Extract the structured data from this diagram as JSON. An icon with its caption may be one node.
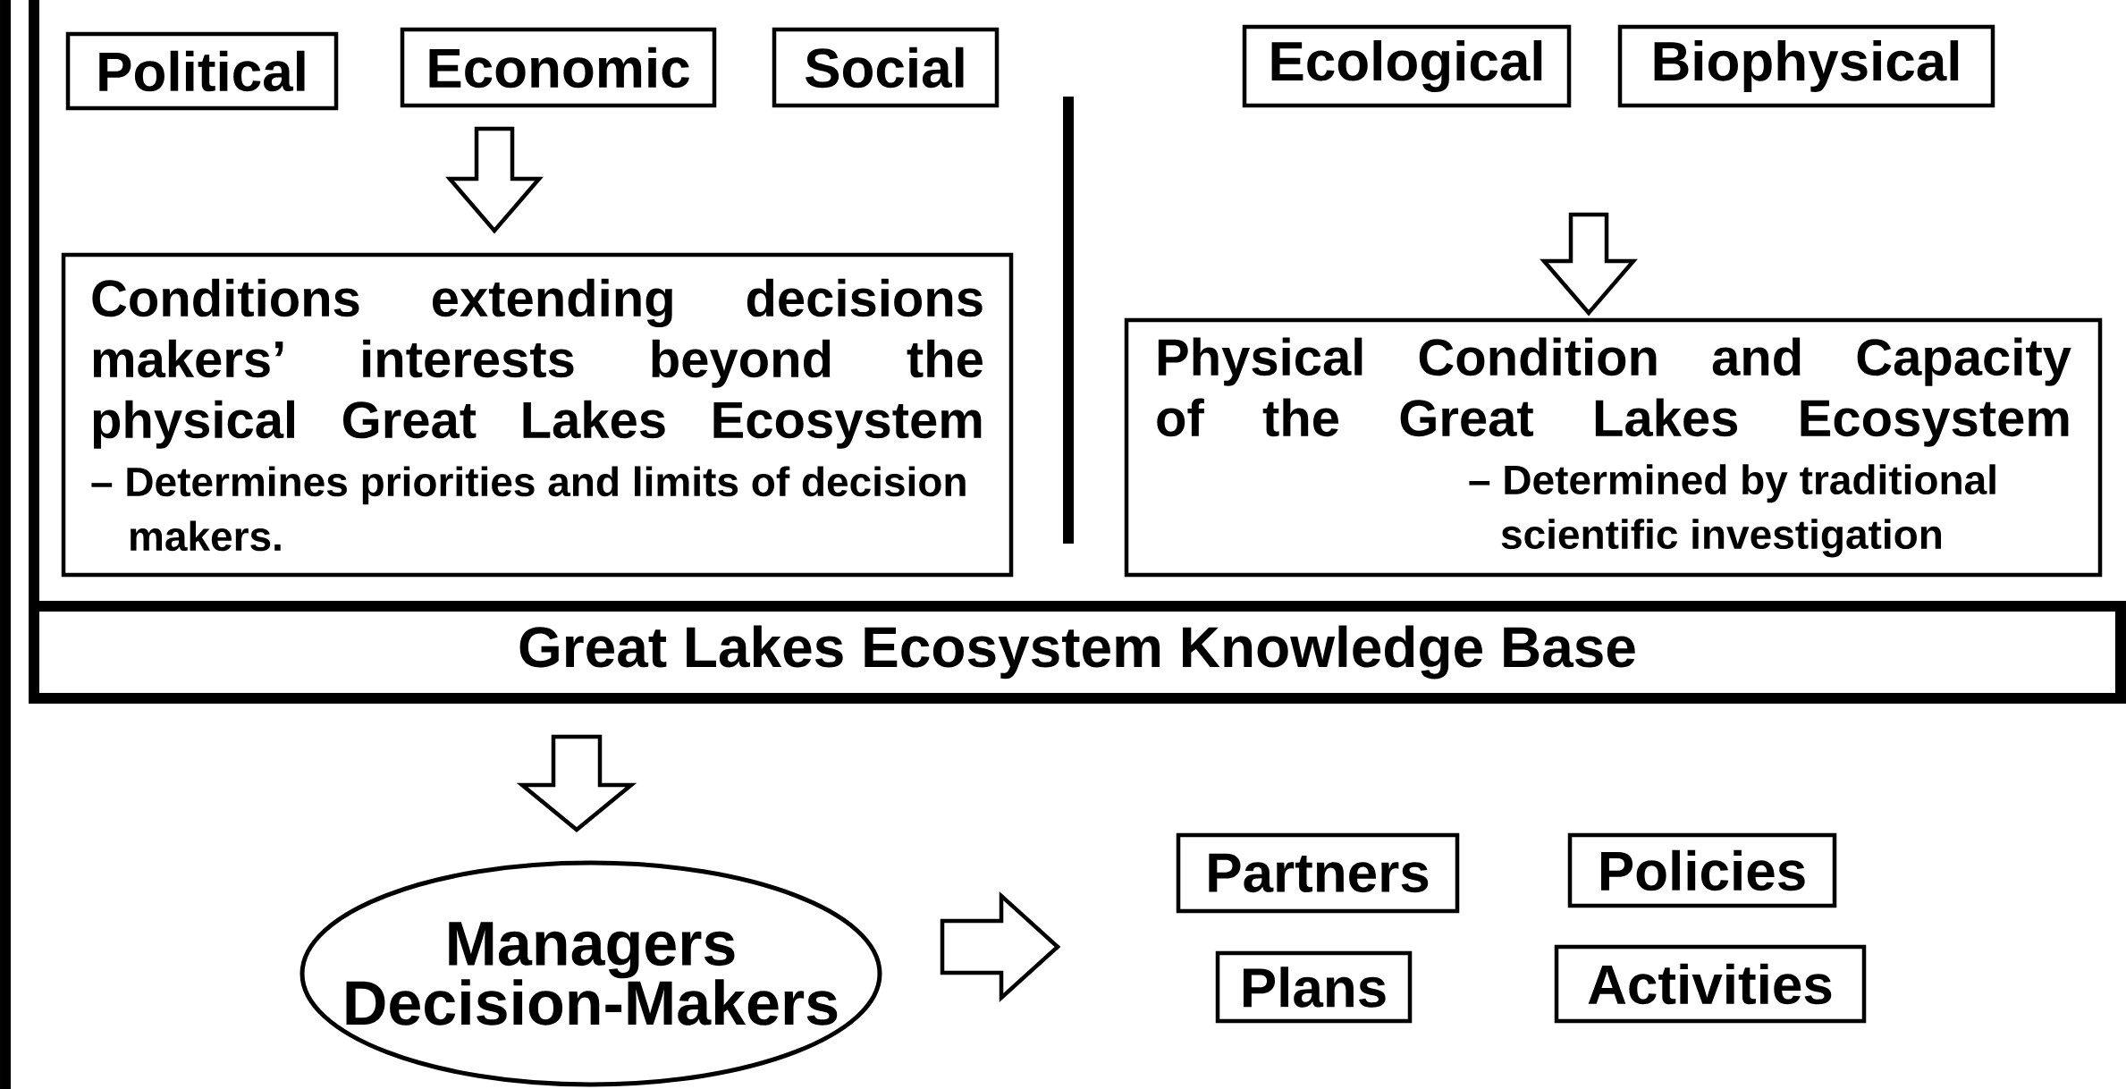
{
  "diagram": {
    "nodes": [
      {
        "text": [
          "Political"
        ]
      },
      {
        "text": [
          "Economic"
        ]
      },
      {
        "text": [
          "Social"
        ]
      },
      {
        "text": [
          "Conditions extending decisions makers’ interests beyond the physical Great Lakes Ecosystem",
          "– Determines priorities and limits of decision makers."
        ]
      },
      {
        "text": [
          "Ecological"
        ]
      },
      {
        "text": [
          "Biophysical"
        ]
      },
      {
        "text": [
          "Physical Condition and Capacity of the Great Lakes Ecosystem",
          "– Determined by traditional scientific investigation"
        ]
      },
      {
        "text": [
          "Great Lakes Ecosystem Knowledge Base"
        ]
      },
      {
        "text": [
          "Managers Decision-Makers"
        ]
      },
      {
        "text": [
          "Partners"
        ]
      },
      {
        "text": [
          "Policies"
        ]
      },
      {
        "text": [
          "Plans"
        ]
      },
      {
        "text": [
          "Activities"
        ]
      }
    ],
    "edges": [
      {
        "from": 1,
        "to": 3,
        "arrow": "to"
      },
      {
        "from": null,
        "to": 6,
        "arrow": "to"
      },
      {
        "from": 7,
        "to": 8,
        "arrow": "to"
      },
      {
        "from": 8,
        "to": null,
        "arrow": "to"
      }
    ]
  }
}
